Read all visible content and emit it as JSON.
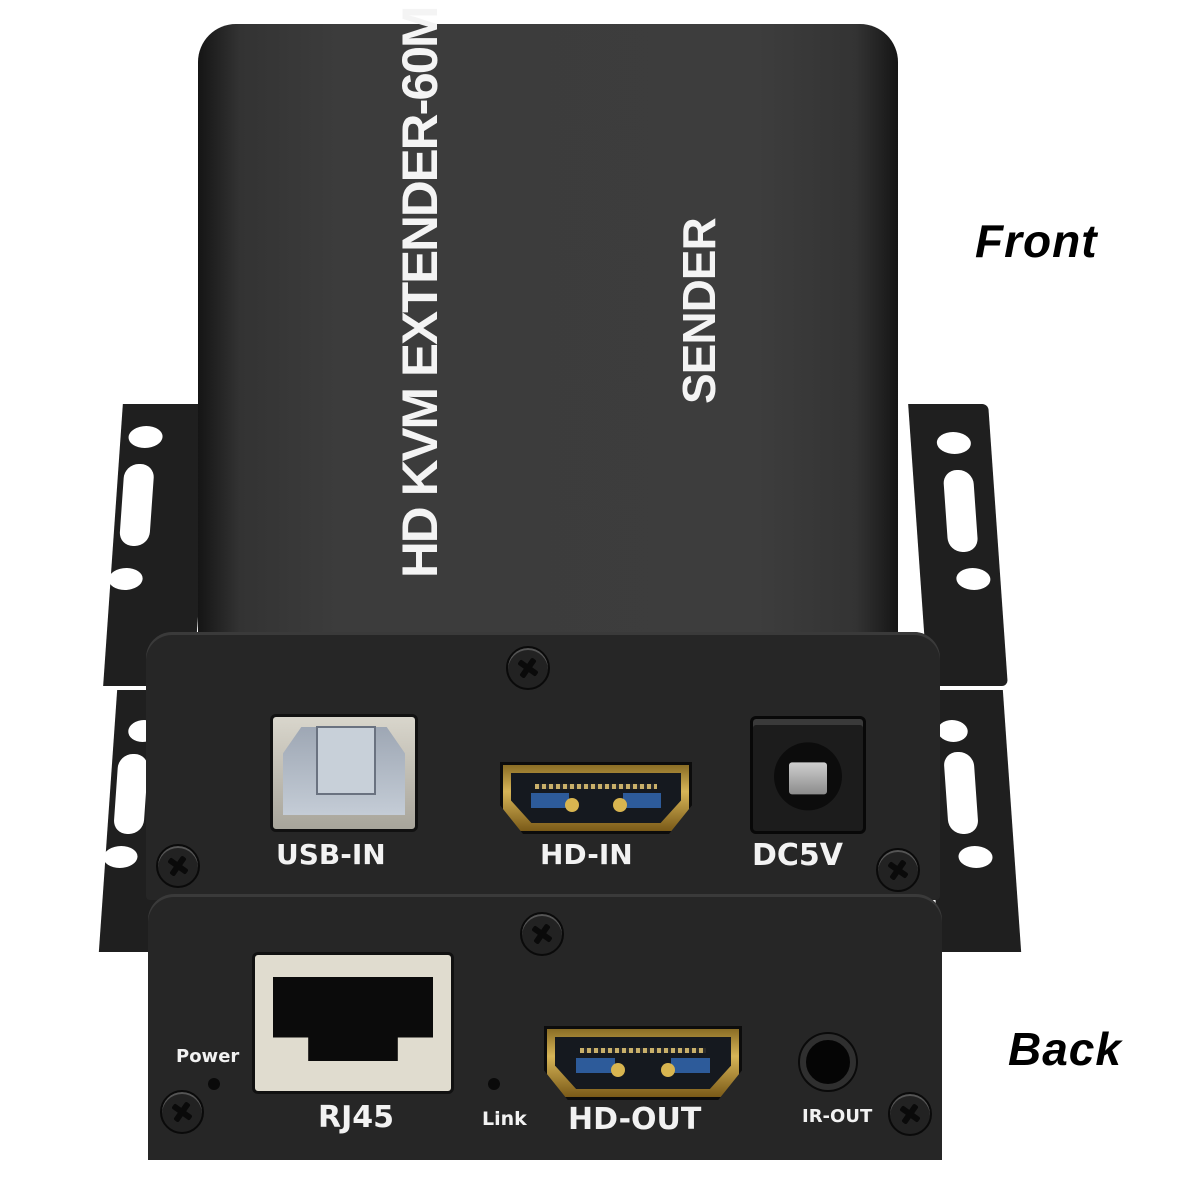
{
  "product": {
    "name": "HD KVM EXTENDER-60M",
    "unit_type": "SENDER"
  },
  "views": {
    "front_label": "Front",
    "back_label": "Back"
  },
  "front_panel": {
    "ports": [
      {
        "id": "usb",
        "label": "USB-IN",
        "icon": "usb-b-port-icon"
      },
      {
        "id": "hdmi",
        "label": "HD-IN",
        "icon": "hdmi-port-icon"
      },
      {
        "id": "dc",
        "label": "DC5V",
        "icon": "dc-power-jack-icon"
      }
    ]
  },
  "back_panel": {
    "ports": [
      {
        "id": "rj45",
        "label": "RJ45",
        "icon": "ethernet-port-icon"
      },
      {
        "id": "hdmi",
        "label": "HD-OUT",
        "icon": "hdmi-port-icon"
      },
      {
        "id": "ir",
        "label": "IR-OUT",
        "icon": "audio-jack-icon"
      }
    ],
    "indicators": [
      {
        "id": "power",
        "label": "Power"
      },
      {
        "id": "link",
        "label": "Link"
      }
    ]
  },
  "colors": {
    "case": "#3c3c3c",
    "faceplate": "#262626",
    "text": "#f2f2f2",
    "hdmi_gold": "#d7b557",
    "background": "#ffffff"
  }
}
